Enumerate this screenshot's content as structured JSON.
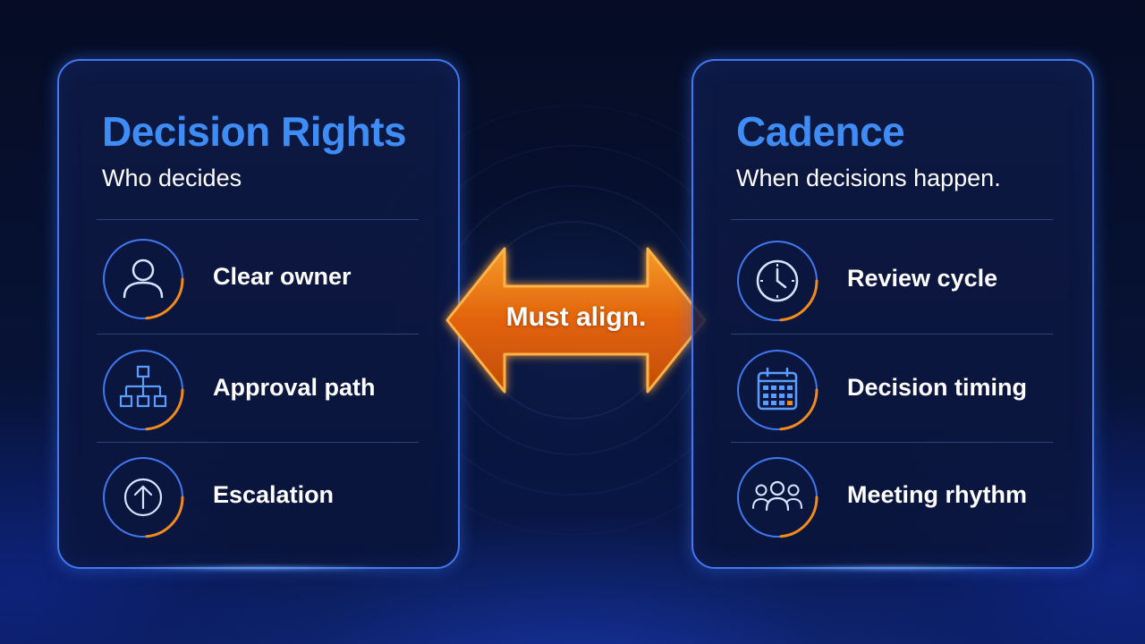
{
  "left_panel": {
    "title": "Decision Rights",
    "subtitle": "Who decides",
    "items": [
      {
        "label": "Clear owner",
        "icon": "person-icon"
      },
      {
        "label": "Approval path",
        "icon": "hierarchy-icon"
      },
      {
        "label": "Escalation",
        "icon": "arrow-up-icon"
      }
    ]
  },
  "right_panel": {
    "title": "Cadence",
    "subtitle": "When decisions happen.",
    "items": [
      {
        "label": "Review cycle",
        "icon": "clock-icon"
      },
      {
        "label": "Decision timing",
        "icon": "calendar-icon"
      },
      {
        "label": "Meeting rhythm",
        "icon": "group-icon"
      }
    ]
  },
  "connector": {
    "label": "Must align.",
    "icon": "double-arrow-icon"
  },
  "colors": {
    "accent_blue": "#3e8cf5",
    "panel_border": "#3f78f0",
    "arrow_orange": "#f07a10",
    "progress_orange": "#f28a1c",
    "background": "#071235"
  }
}
